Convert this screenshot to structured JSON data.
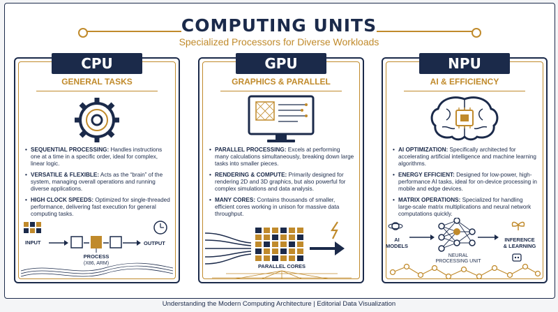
{
  "header": {
    "title": "COMPUTING UNITS",
    "subtitle": "Specialized Processors for Diverse Workloads"
  },
  "panels": [
    {
      "name": "CPU",
      "subtitle": "GENERAL TASKS",
      "icon": "gear-chip-icon",
      "bullets": [
        {
          "title": "SEQUENTIAL PROCESSING:",
          "text": " Handles instructions one at a time in a specific order, ideal for complex, linear logic."
        },
        {
          "title": "VERSATILE & FLEXIBLE:",
          "text": " Acts as the “brain” of the system, managing overall operations and running diverse applications."
        },
        {
          "title": "HIGH CLOCK SPEEDS:",
          "text": " Optimized for single-threaded performance, delivering fast execution for general computing tasks."
        }
      ],
      "diagram": {
        "input": "INPUT",
        "output": "OUTPUT",
        "process": "PROCESS",
        "process_sub": "(X86, ARM)"
      }
    },
    {
      "name": "GPU",
      "subtitle": "GRAPHICS & PARALLEL",
      "icon": "monitor-wireframe-icon",
      "bullets": [
        {
          "title": "PARALLEL PROCESSING:",
          "text": " Excels at performing many calculations simultaneously, breaking down large tasks into smaller pieces."
        },
        {
          "title": "RENDERING & COMPUTE:",
          "text": " Primarily designed for rendering 2D and 3D graphics, but also powerful for complex simulations and data analysis."
        },
        {
          "title": "MANY CORES:",
          "text": " Contains thousands of smaller, efficient cores working in unison for massive data throughput."
        }
      ],
      "diagram": {
        "label": "PARALLEL CORES"
      }
    },
    {
      "name": "NPU",
      "subtitle": "AI & EFFICIENCY",
      "icon": "brain-chip-icon",
      "bullets": [
        {
          "title": "AI OPTIMIZATION:",
          "text": " Specifically architected for accelerating artificial intelligence and machine learning algorithms."
        },
        {
          "title": "ENERGY EFFICIENT:",
          "text": " Designed for low-power, high-performance AI tasks, ideal for on-device processing in mobile and edge devices."
        },
        {
          "title": "MATRIX OPERATIONS:",
          "text": " Specialized for handling large-scale matrix multiplications and neural network computations quickly."
        }
      ],
      "diagram": {
        "models": "AI",
        "models2": "MODELS",
        "unit": "NEURAL",
        "unit2": "PROCESSING UNIT",
        "out": "INFERENCE",
        "out2": "& LEARNING"
      }
    }
  ],
  "footer": "Understanding the Modern Computing Architecture | Editorial Data Visualization",
  "colors": {
    "navy": "#1b2a4a",
    "gold": "#c08a2b"
  }
}
